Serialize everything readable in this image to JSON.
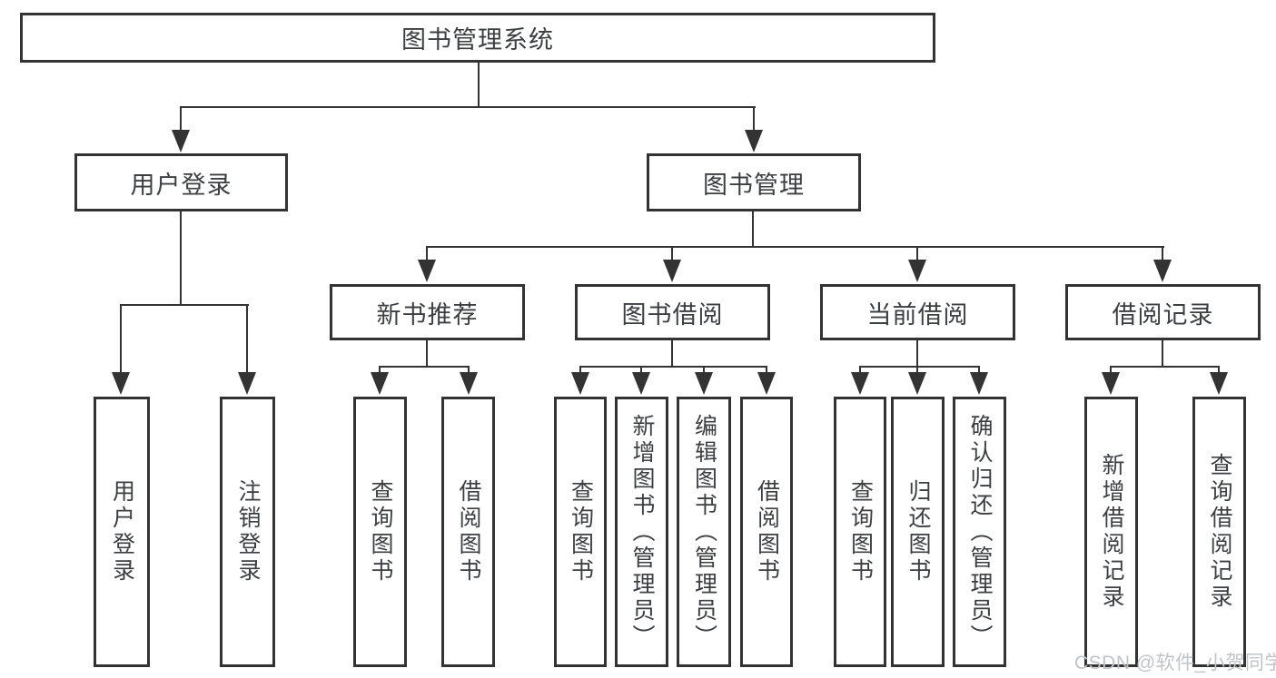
{
  "diagram_title": "图书管理系统",
  "tree": {
    "root": {
      "label": "图书管理系统"
    },
    "branches": [
      {
        "label": "用户登录",
        "children": [
          "用户登录",
          "注销登录"
        ]
      },
      {
        "label": "图书管理",
        "groups": [
          {
            "label": "新书推荐",
            "children": [
              "查询图书",
              "借阅图书"
            ]
          },
          {
            "label": "图书借阅",
            "children": [
              "查询图书",
              "新增图书（管理员）",
              "编辑图书（管理员）",
              "借阅图书"
            ]
          },
          {
            "label": "当前借阅",
            "children": [
              "查询图书",
              "归还图书",
              "确认归还（管理员）"
            ]
          },
          {
            "label": "借阅记录",
            "children": [
              "新增借阅记录",
              "查询借阅记录"
            ]
          }
        ]
      }
    ]
  },
  "watermark": {
    "text": "CSDN @软件_小贺同学"
  },
  "colors": {
    "line": "#333333",
    "text": "#3c3f42",
    "background": "#ffffff",
    "watermark": "#bfc4c9"
  }
}
